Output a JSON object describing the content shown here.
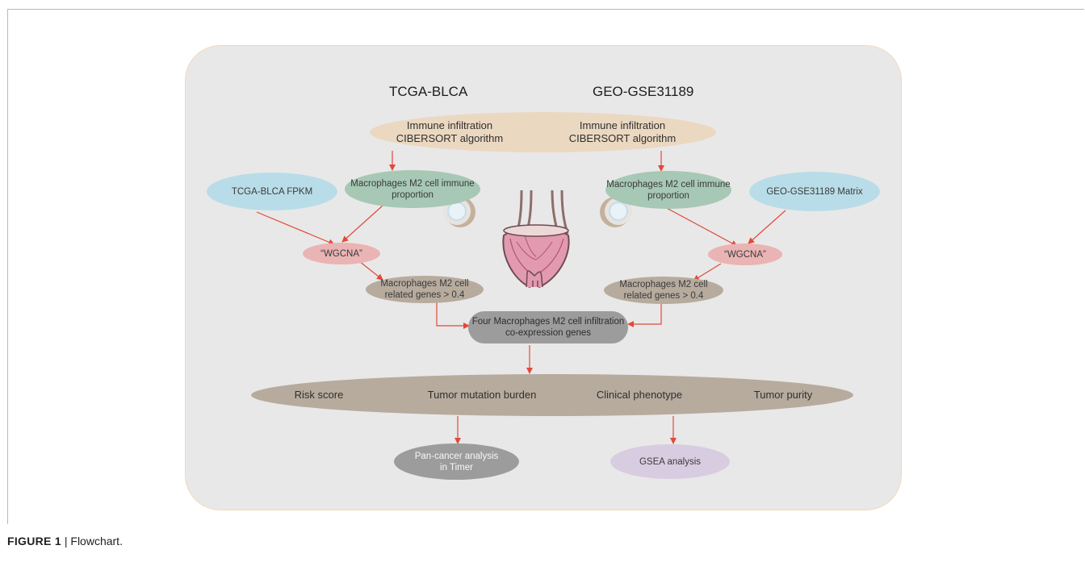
{
  "headers": {
    "left": "TCGA-BLCA",
    "right": "GEO-GSE31189"
  },
  "immune": {
    "left_line1": "Immune infiltration",
    "left_line2": "CIBERSORT algorithm",
    "right_line1": "Immune infiltration",
    "right_line2": "CIBERSORT algorithm"
  },
  "nodes": {
    "tcga_fpkm": "TCGA-BLCA FPKM",
    "geo_matrix": "GEO-GSE31189 Matrix",
    "m2_proportion_left": "Macrophages M2 cell immune\nproportion",
    "m2_proportion_right": "Macrophages M2 cell immune\nproportion",
    "wgcna_left": "“WGCNA”",
    "wgcna_right": "“WGCNA”",
    "related_left": "Macrophages M2 cell\nrelated genes > 0.4",
    "related_right": "Macrophages M2 cell\nrelated genes > 0.4",
    "coexpression": "Four Macrophages M2 cell infiltration\nco-expression genes",
    "pan_cancer": "Pan-cancer analysis\nin Timer",
    "gsea": "GSEA analysis"
  },
  "analyses": [
    "Risk score",
    "Tumor mutation burden",
    "Clinical phenotype",
    "Tumor purity"
  ],
  "caption": {
    "label": "FIGURE 1",
    "separator": " | ",
    "text": "Flowchart."
  },
  "colors": {
    "arrow": "#e04a3a",
    "blue": "#b9dde8",
    "green": "#a7c8b4",
    "pink": "#eab4b4",
    "tan": "#b7ab9e",
    "peach": "#ebd8c1",
    "gray": "#9c9c9c",
    "purple": "#d8cce1",
    "panel": "#e9e8e8"
  }
}
